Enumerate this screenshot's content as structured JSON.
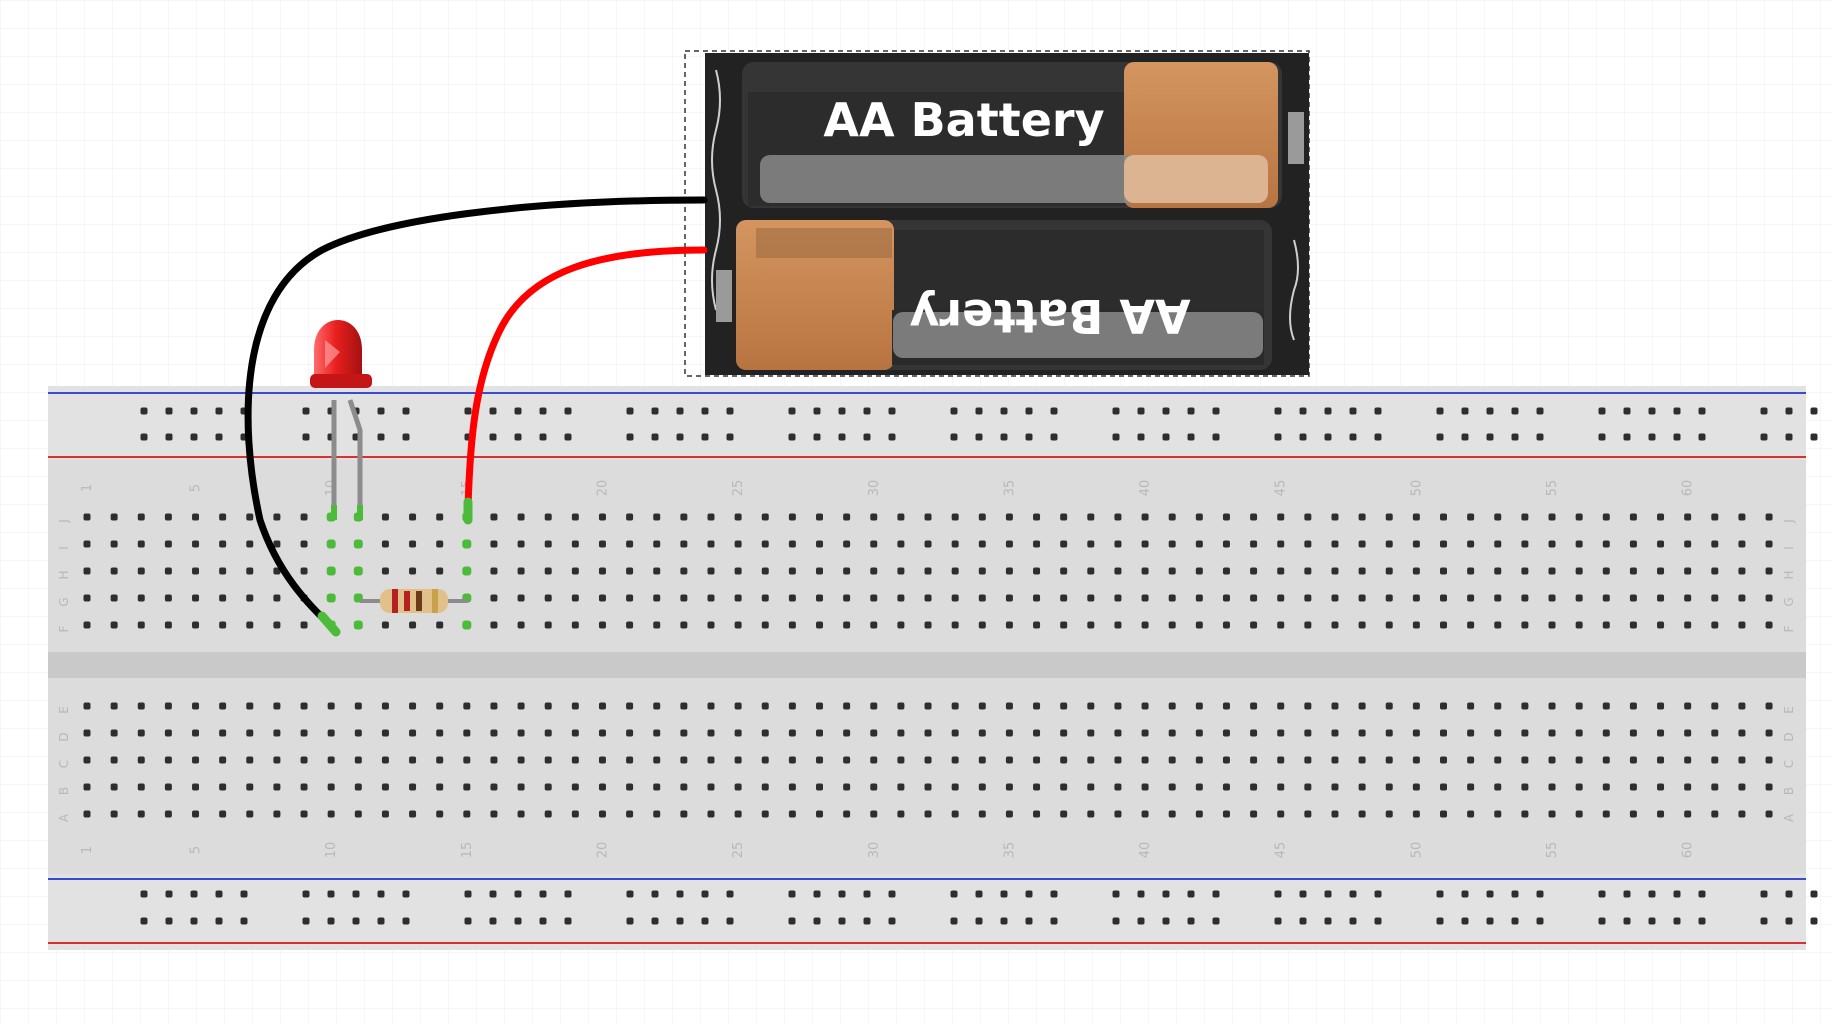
{
  "canvas": {
    "background": "#ffffff",
    "grid_color": "#ececec"
  },
  "breadboard": {
    "columns": 63,
    "row_letters_top": [
      "J",
      "I",
      "H",
      "G",
      "F"
    ],
    "row_letters_bottom": [
      "E",
      "D",
      "C",
      "B",
      "A"
    ],
    "column_labels": [
      "1",
      "5",
      "10",
      "15",
      "20",
      "25",
      "30",
      "35",
      "40",
      "45",
      "50",
      "55",
      "60"
    ],
    "body_color": "#dcdcdc",
    "rail_plus_color": "#d93030",
    "rail_minus_color": "#3a4bd0"
  },
  "battery_pack": {
    "cell_labels": [
      "AA Battery",
      "AA Battery"
    ],
    "case_color": "#222222",
    "tip_color": "#c8864e"
  },
  "components": {
    "led_color": "#e8201f",
    "resistor_body_color": "#e2c089",
    "wire_negative_color": "#000000",
    "wire_positive_color": "#ff0000",
    "connected_hole_color": "#4cbb3a"
  }
}
